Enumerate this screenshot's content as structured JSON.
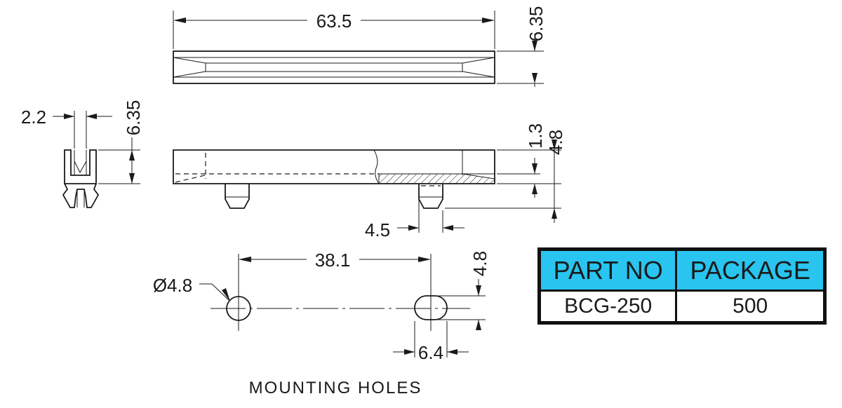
{
  "dimensions": {
    "overall_length": "63.5",
    "top_view_height": "6.35",
    "end_view_width": "2.2",
    "end_view_height": "6.35",
    "groove_depth": "1.3",
    "peg_total_height": "4.8",
    "peg_width": "4.5",
    "hole_spacing": "38.1",
    "round_hole_diameter": "Ø4.8",
    "slot_height": "4.8",
    "slot_width": "6.4"
  },
  "caption": "MOUNTING HOLES",
  "table": {
    "headers": [
      "PART NO",
      "PACKAGE"
    ],
    "rows": [
      [
        "BCG-250",
        "500"
      ]
    ]
  },
  "colors": {
    "table_header_bg": "#29c4ef",
    "line": "#1a1a1a"
  }
}
